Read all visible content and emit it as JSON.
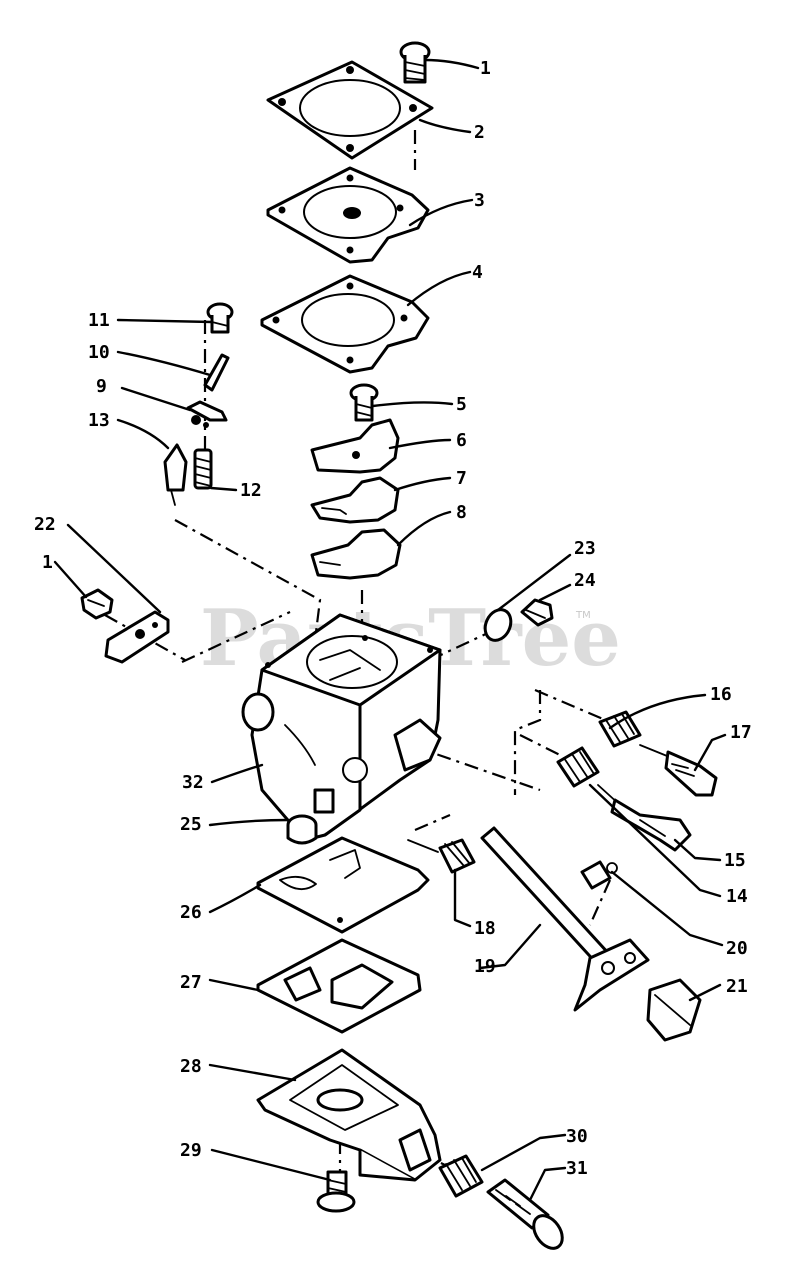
{
  "watermark": "PartsTree",
  "trademark": "TM",
  "callouts": [
    "1",
    "2",
    "3",
    "4",
    "5",
    "6",
    "7",
    "8",
    "9",
    "10",
    "11",
    "12",
    "13",
    "14",
    "15",
    "16",
    "17",
    "18",
    "19",
    "20",
    "21",
    "22",
    "23",
    "24",
    "25",
    "26",
    "27",
    "28",
    "29",
    "30",
    "31",
    "32"
  ],
  "callout_1b": "1"
}
